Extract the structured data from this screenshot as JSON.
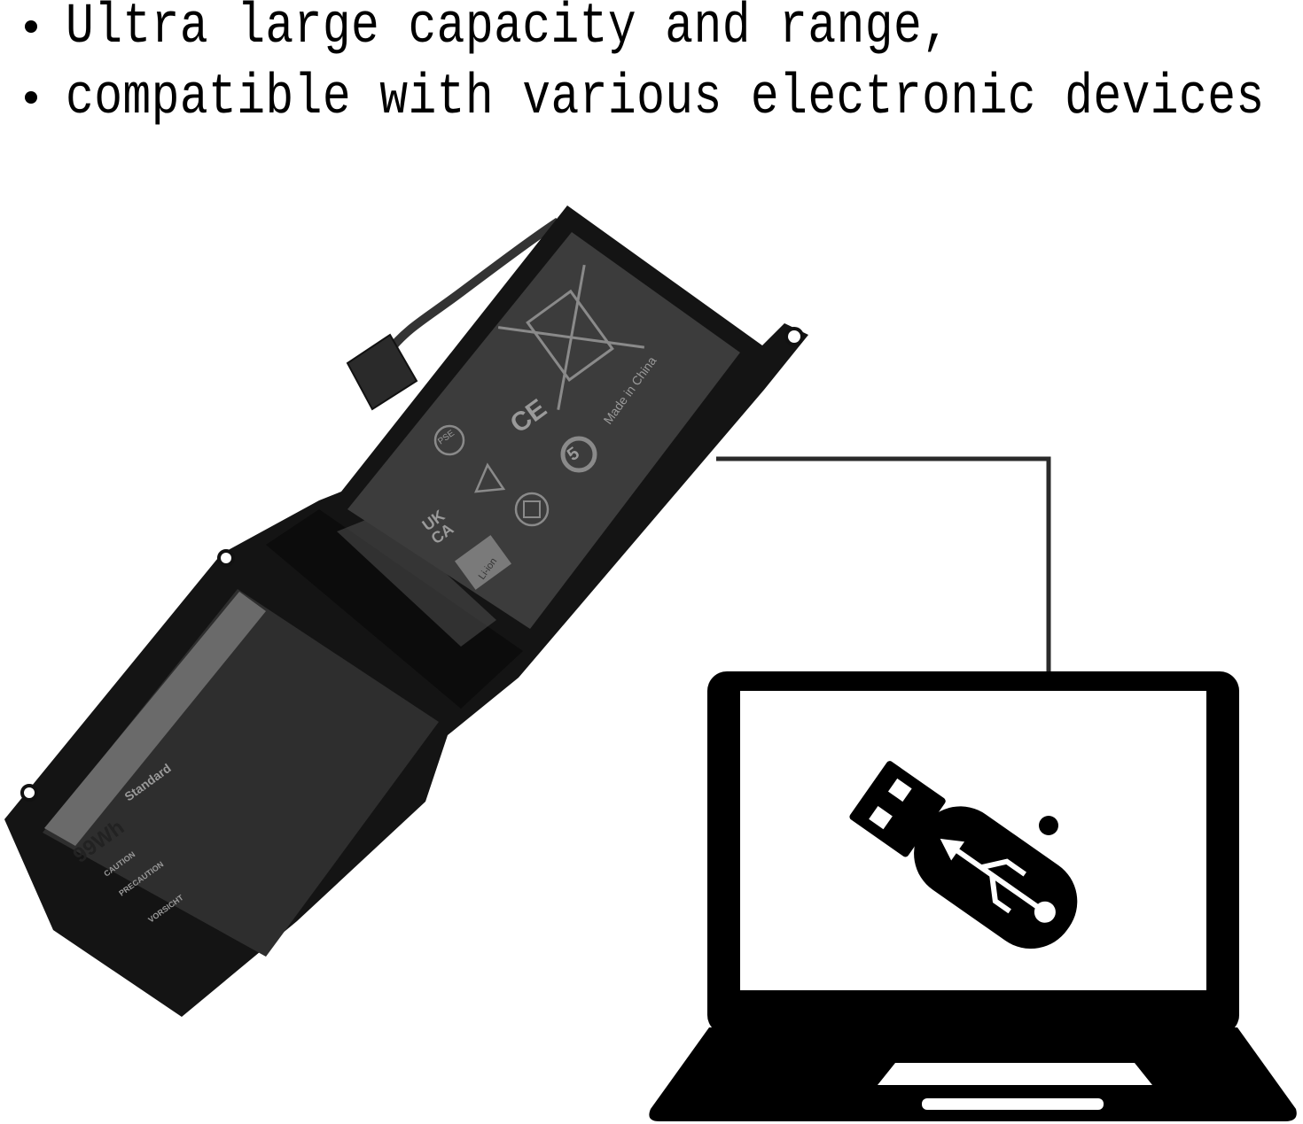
{
  "bullets": [
    {
      "text": "Ultra large capacity and range,"
    },
    {
      "text": "compatible with various electronic devices"
    }
  ],
  "battery": {
    "capacity": "99Wh",
    "grade": "Standard",
    "origin": "Made in China",
    "chemistry": "Li-ion",
    "warnings": [
      "CAUTION",
      "PRECAUTION",
      "VORSICHT"
    ],
    "marks": {
      "ce": "CE",
      "ukca_top": "UK",
      "ukca_bottom": "CA",
      "pse": "PSE",
      "recycle_number": "5"
    }
  },
  "colors": {
    "ink": "#000000",
    "battery_body": "#1a1a1a",
    "label_panel": "#3c3c3c",
    "background": "#ffffff"
  }
}
